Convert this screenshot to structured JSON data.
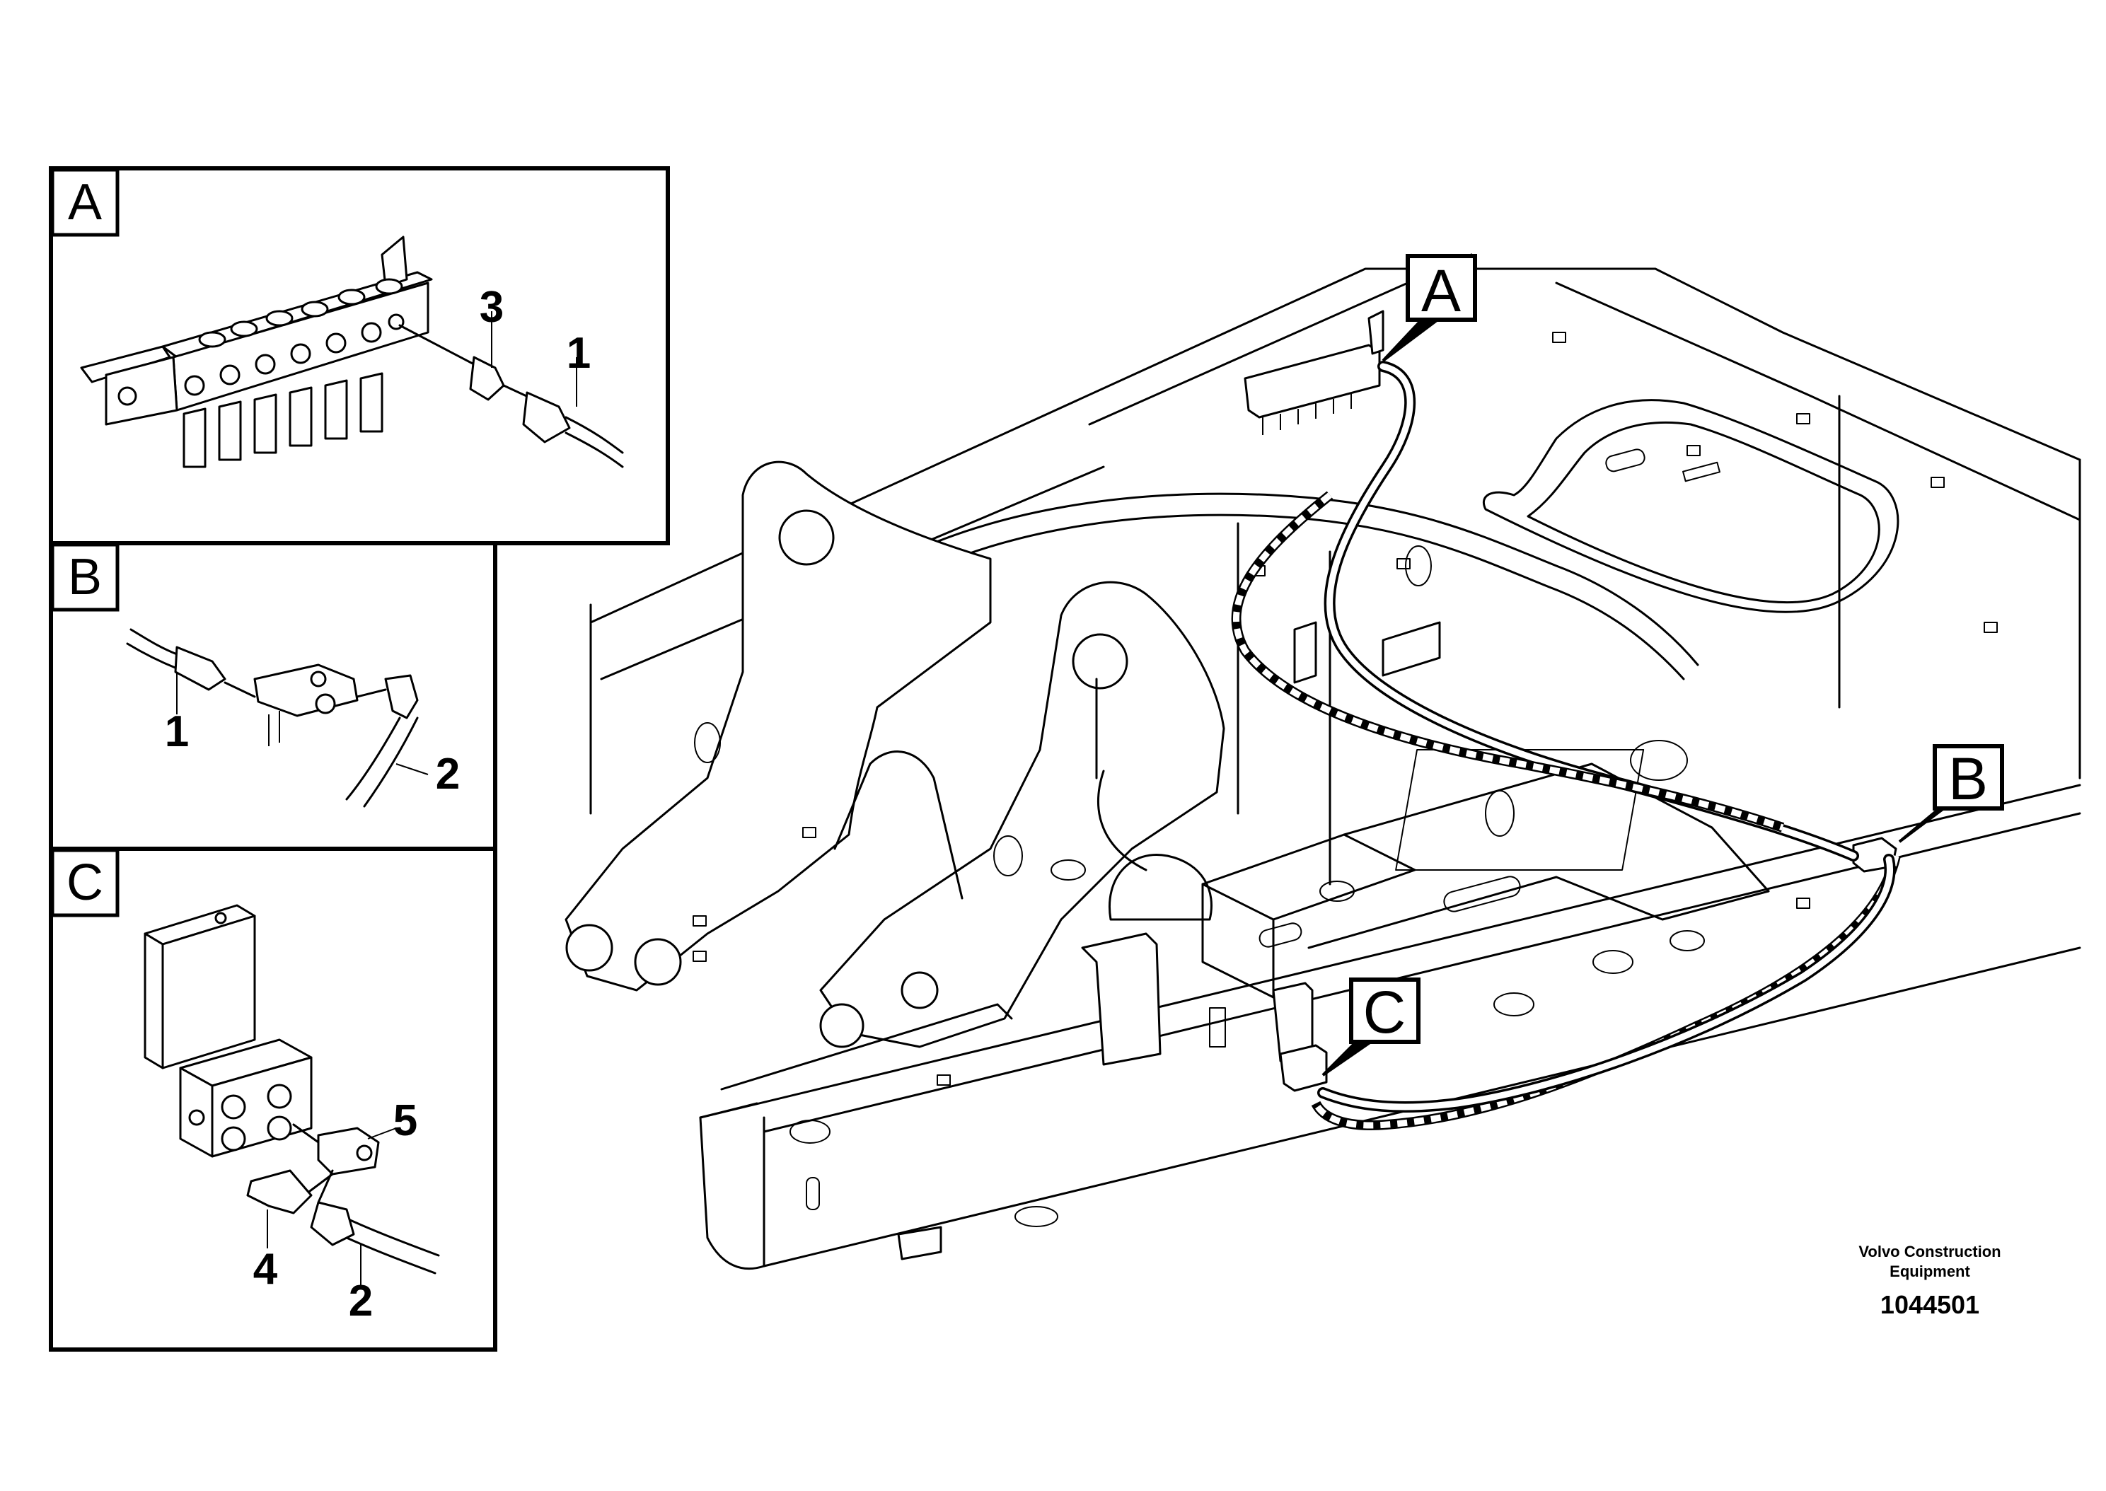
{
  "panels": [
    {
      "letter": "A",
      "labels": [
        "3",
        "1"
      ]
    },
    {
      "letter": "B",
      "labels": [
        "1",
        "2"
      ]
    },
    {
      "letter": "C",
      "labels": [
        "5",
        "4",
        "2"
      ]
    }
  ],
  "callouts": [
    "A",
    "B",
    "C"
  ],
  "footer": {
    "line1": "Volvo Construction",
    "line2": "Equipment",
    "doc_number": "1044501"
  }
}
